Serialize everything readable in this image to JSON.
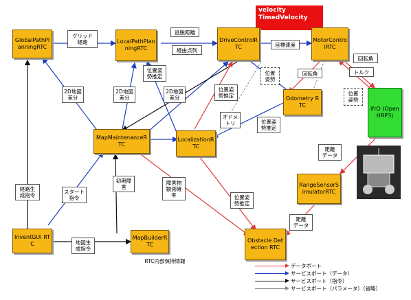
{
  "title_box": {
    "line1": "velocity",
    "line2": "TimedVelocity"
  },
  "rtcs": {
    "global_path_planning": "GlobalPathPlanningRTC",
    "local_path_planning": "LocalPathPlanningRTC",
    "drive_control": "DriveControlRTC",
    "motor_control": "MotorControlRTC",
    "odometry": "Odometry RTC",
    "localization": "LocalizationRTC",
    "map_maintenance": "MapMaintenanceRTC",
    "range_sensor_simulator": "RangeSensorSimulatorRTC",
    "obstacle_detection": "Obstacle Detection RTC",
    "invent_gui": "InventGUI RTC",
    "map_builder": "MapBuilderRTC",
    "robot": "ifrO (OpenHRP3)"
  },
  "labels": {
    "grid_path": "グリッド\n経路",
    "avoid_distance": "逃脱距離",
    "via_points": "経由点列",
    "target_speed": "目標速度",
    "rotation_angle_1": "回転角",
    "rotation_angle_2": "回転角",
    "torque": "トルク",
    "pose_est_1": "位置\n姿勢",
    "pose_est_2": "位置\n姿勢",
    "pose_estimate_a": "位置姿\n勢推定",
    "pose_estimate_b": "位置姿\n勢推定",
    "pose_estimate_c": "位置姿\n勢推定",
    "pose_estimate_d": "位置姿\n勢推定",
    "odometry_lbl": "オドメ\nトリ",
    "map_diff_1": "2D地図\n差分",
    "map_diff_2": "2D地図\n差分",
    "map_diff_3": "2D地図\n差分",
    "distance_data_1": "距離\nデータ",
    "distance_data_2": "距離\nデータ",
    "path_gen_cmd": "経路生\n成指令",
    "start_cmd": "スタート指令",
    "init_obstacle": "初期障\n害",
    "obstacle_obs_rate": "障害物\n観測確\n率",
    "map_gen_cmd": "地図生\n成指令",
    "rtc_internal": "RTC内部保持情報"
  },
  "legend": [
    {
      "text": "データポート",
      "color": "#e03a3a"
    },
    {
      "text": "サービスポート（データ）",
      "color": "#1f3fbf"
    },
    {
      "text": "サービスポート（指令）",
      "color": "#111111"
    },
    {
      "text": "サービスポート（パラメータ）（省略）",
      "color": "#8a8a8a"
    }
  ]
}
